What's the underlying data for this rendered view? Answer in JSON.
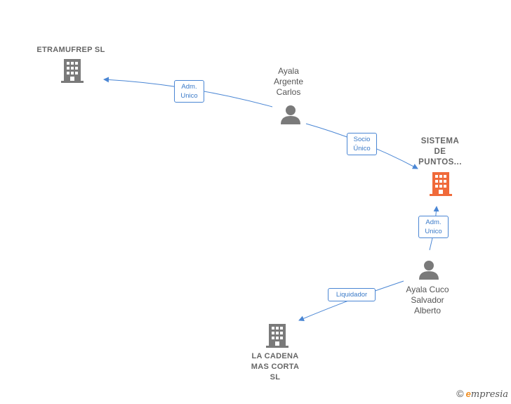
{
  "nodes": {
    "etramufrep": {
      "label": "ETRAMUFREP SL"
    },
    "ayala_argente": {
      "label": [
        "Ayala",
        "Argente",
        "Carlos"
      ]
    },
    "sistema": {
      "label": [
        "SISTEMA",
        "DE",
        "PUNTOS..."
      ]
    },
    "ayala_cuco": {
      "label": [
        "Ayala Cuco",
        "Salvador",
        "Alberto"
      ]
    },
    "cadena": {
      "label": [
        "LA CADENA",
        "MAS CORTA",
        "SL"
      ]
    }
  },
  "edges": {
    "adm_unico_1": [
      "Adm.",
      "Unico"
    ],
    "socio_unico": [
      "Socio",
      "Único"
    ],
    "adm_unico_2": [
      "Adm.",
      "Unico"
    ],
    "liquidador": [
      "Liquidador"
    ]
  },
  "colors": {
    "edge": "#4a86d4",
    "company": "#7a7a7a",
    "focus_company": "#f06a3a",
    "person": "#7a7a7a"
  },
  "footer": {
    "copyright": "©",
    "brand_initial": "e",
    "brand_rest": "mpresia"
  }
}
